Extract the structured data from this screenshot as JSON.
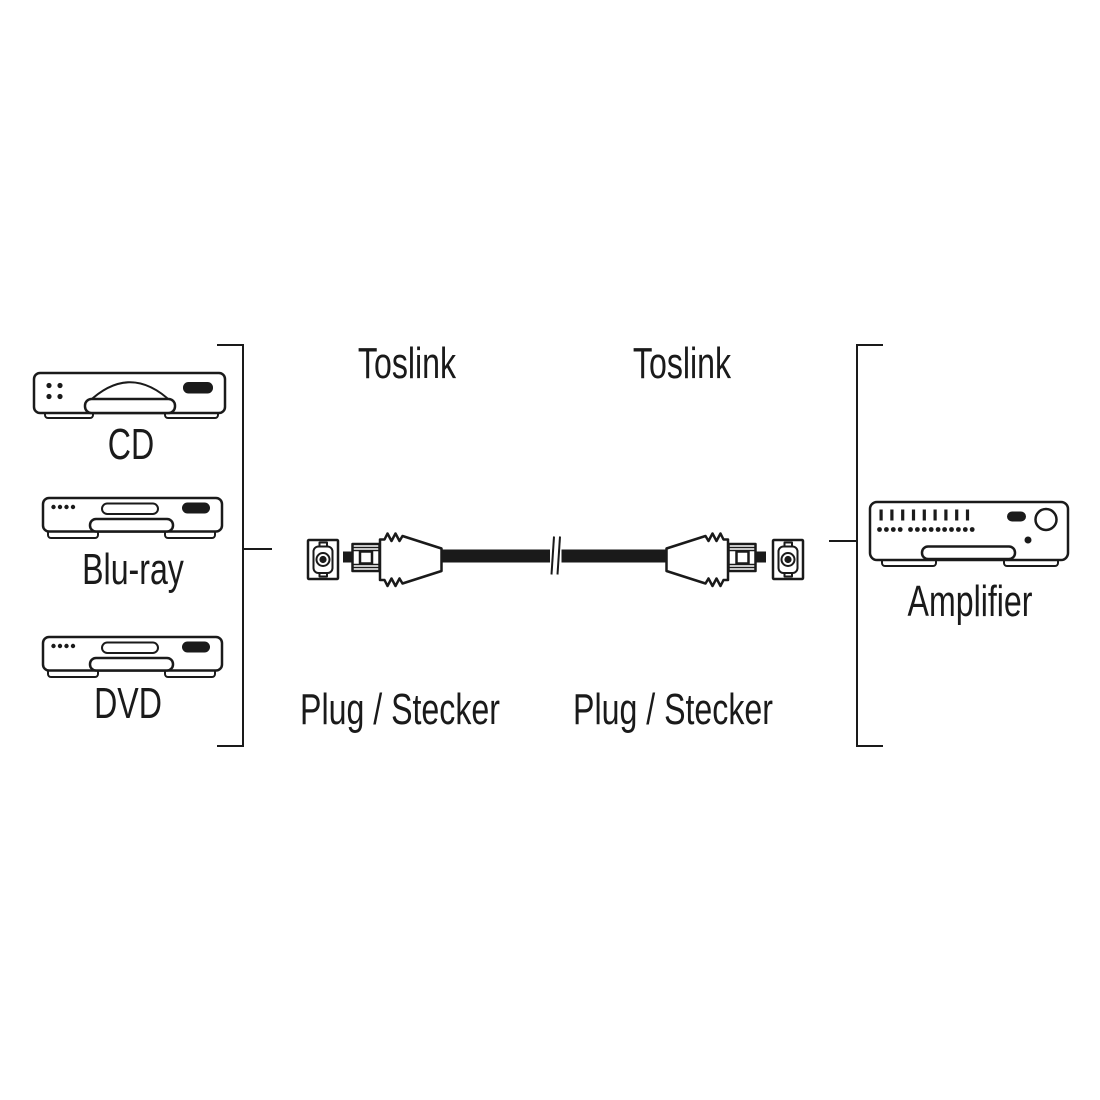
{
  "colors": {
    "ink": "#1a1a1a",
    "background": "#ffffff"
  },
  "sources": {
    "items": [
      {
        "label": "CD"
      },
      {
        "label": "Blu-ray"
      },
      {
        "label": "DVD"
      }
    ]
  },
  "connectors": {
    "left": {
      "type_label": "Toslink",
      "plug_label": "Plug / Stecker"
    },
    "right": {
      "type_label": "Toslink",
      "plug_label": "Plug / Stecker"
    }
  },
  "destination": {
    "label": "Amplifier"
  },
  "icons": {
    "sources": [
      "cd-player-icon",
      "blu-ray-player-icon",
      "dvd-player-icon"
    ],
    "cable": [
      "toslink-socket-icon-left",
      "toslink-plug-left",
      "cable-break-icon",
      "toslink-plug-right",
      "toslink-socket-icon-right"
    ],
    "destination": [
      "amplifier-icon"
    ]
  }
}
